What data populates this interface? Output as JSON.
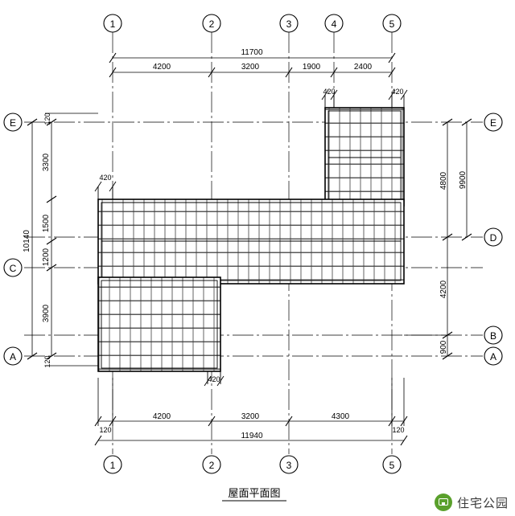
{
  "drawing": {
    "title": "屋面平面图",
    "top_chain": {
      "overall": "11700",
      "segments": [
        "4200",
        "3200",
        "1900",
        "2400"
      ]
    },
    "bottom_chain": {
      "overall": "11940",
      "segments": [
        "120",
        "4200",
        "3200",
        "4300",
        "120"
      ]
    },
    "left_chain": {
      "overall": "10140",
      "segments": [
        "120",
        "3300",
        "1500",
        "1200",
        "3900",
        "120"
      ]
    },
    "right_chain": {
      "overall": "9900",
      "segments": [
        "4800",
        "4200",
        "900"
      ]
    },
    "eave_notes": [
      "420",
      "420",
      "420",
      "420"
    ],
    "grid_top": [
      "1",
      "2",
      "3",
      "4",
      "5"
    ],
    "grid_bottom": [
      "1",
      "2",
      "3",
      "5"
    ],
    "grid_left": [
      "E",
      "C",
      "A"
    ],
    "grid_right": [
      "E",
      "D",
      "B",
      "A"
    ]
  },
  "watermark": {
    "label": "住宅公园"
  },
  "style": {
    "line_color": "#000000",
    "hatch_color": "#222222",
    "logo_color": "#5aa02c"
  }
}
